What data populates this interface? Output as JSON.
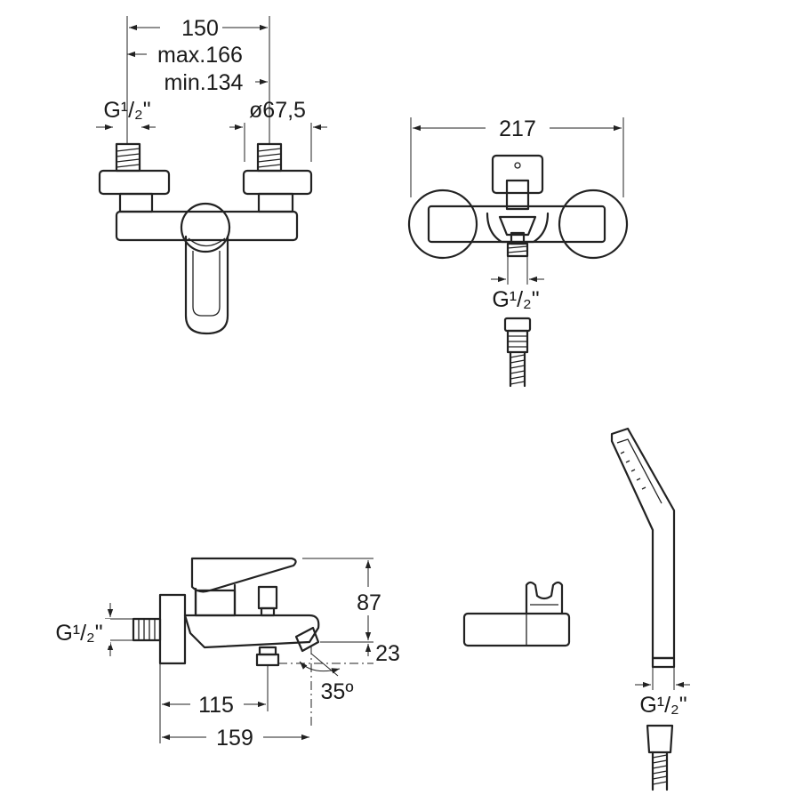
{
  "front_view": {
    "dim_width": "150",
    "dim_max": "max.166",
    "dim_min": "min.134",
    "thread_left": "G¹/₂\"",
    "dim_diameter": "ø67,5"
  },
  "top_view": {
    "dim_width": "217",
    "thread": "G¹/₂\""
  },
  "side_view": {
    "thread": "G¹/₂\"",
    "dim_height": "87",
    "dim_outlet": "23",
    "dim_angle": "35º",
    "dim_depth_outlet": "115",
    "dim_depth_total": "159"
  },
  "hand_shower": {
    "thread": "G¹/₂\""
  }
}
